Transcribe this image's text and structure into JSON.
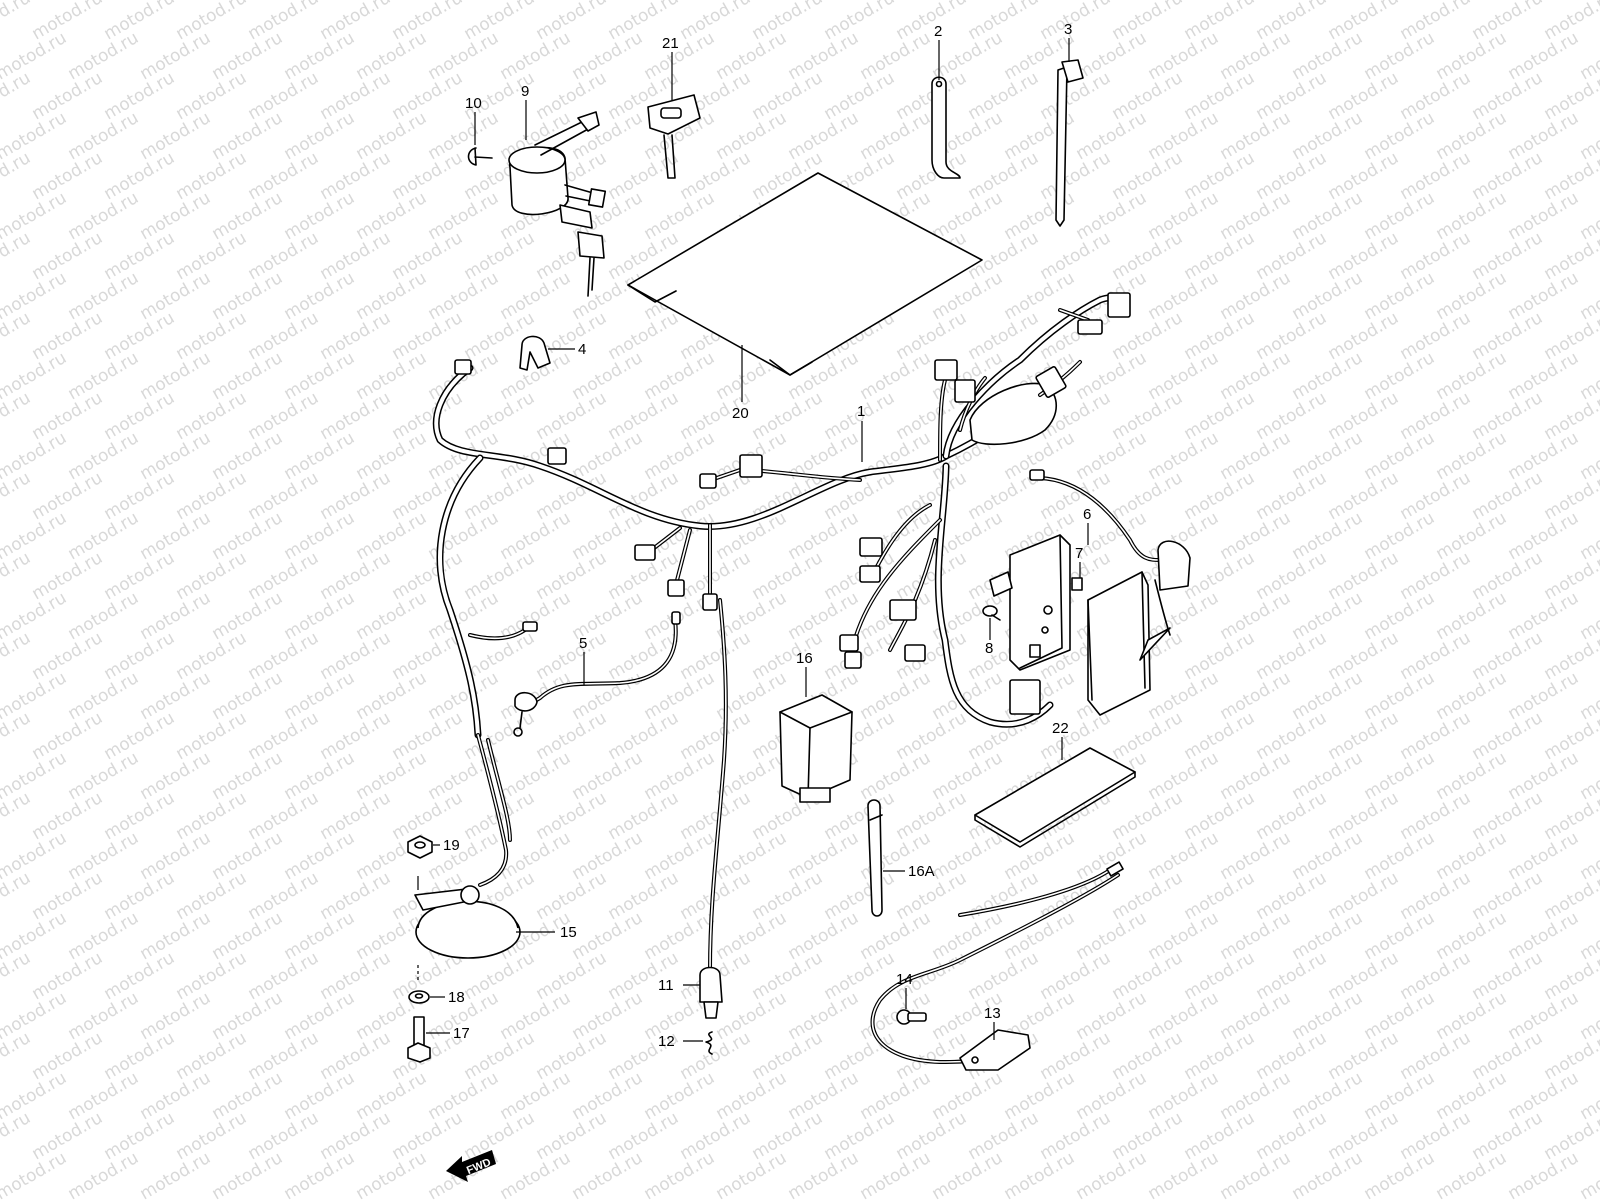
{
  "watermark": {
    "text": "motod.ru"
  },
  "direction_badge": {
    "text": "FWD"
  },
  "callouts": [
    {
      "id": "1",
      "label": "1"
    },
    {
      "id": "2",
      "label": "2"
    },
    {
      "id": "3",
      "label": "3"
    },
    {
      "id": "4",
      "label": "4"
    },
    {
      "id": "5",
      "label": "5"
    },
    {
      "id": "6",
      "label": "6"
    },
    {
      "id": "7",
      "label": "7"
    },
    {
      "id": "8",
      "label": "8"
    },
    {
      "id": "9",
      "label": "9"
    },
    {
      "id": "10",
      "label": "10"
    },
    {
      "id": "11",
      "label": "11"
    },
    {
      "id": "12",
      "label": "12"
    },
    {
      "id": "13",
      "label": "13"
    },
    {
      "id": "14",
      "label": "14"
    },
    {
      "id": "15",
      "label": "15"
    },
    {
      "id": "16",
      "label": "16"
    },
    {
      "id": "16A",
      "label": "16A"
    },
    {
      "id": "17",
      "label": "17"
    },
    {
      "id": "18",
      "label": "18"
    },
    {
      "id": "19",
      "label": "19"
    },
    {
      "id": "20",
      "label": "20"
    },
    {
      "id": "21",
      "label": "21"
    },
    {
      "id": "22",
      "label": "22"
    }
  ]
}
